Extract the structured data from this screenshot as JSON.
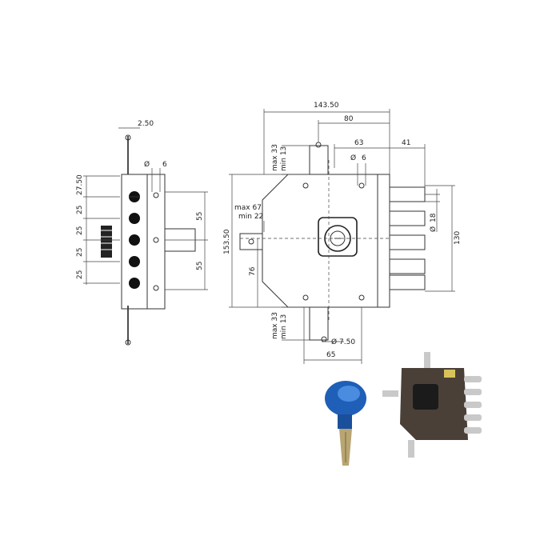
{
  "drawing": {
    "side_view": {
      "top_offset": "2.50",
      "hole_diameter": "6",
      "pitch_top": "27.50",
      "pitch_1": "25",
      "pitch_2": "25",
      "pitch_3": "25",
      "pitch_4": "25",
      "half_height_top": "55",
      "half_height_bottom": "55"
    },
    "front_view": {
      "overall_width": "143.50",
      "bolt_top_offset": "80",
      "hole_offset": "63",
      "bolt_projection": "41",
      "hole_diameter": "6",
      "lower_hole_diameter": "7.50",
      "overall_height": "153.50",
      "bolt_span": "130",
      "bolt_diameter": "18",
      "backset": "76",
      "bottom_width": "65",
      "top_max": "max 33",
      "top_min": "min 13",
      "bottom_max": "max 33",
      "bottom_min": "min 13",
      "side_max": "max 67",
      "side_min": "min 22",
      "diameter_symbol": "Ø"
    }
  },
  "colors": {
    "key_head": "#1f5fb8",
    "key_blade": "#b8a572",
    "lock_body": "#4a4038",
    "bolts": "#c9c9c9"
  },
  "icons": [
    "key-icon",
    "lock-photo"
  ]
}
